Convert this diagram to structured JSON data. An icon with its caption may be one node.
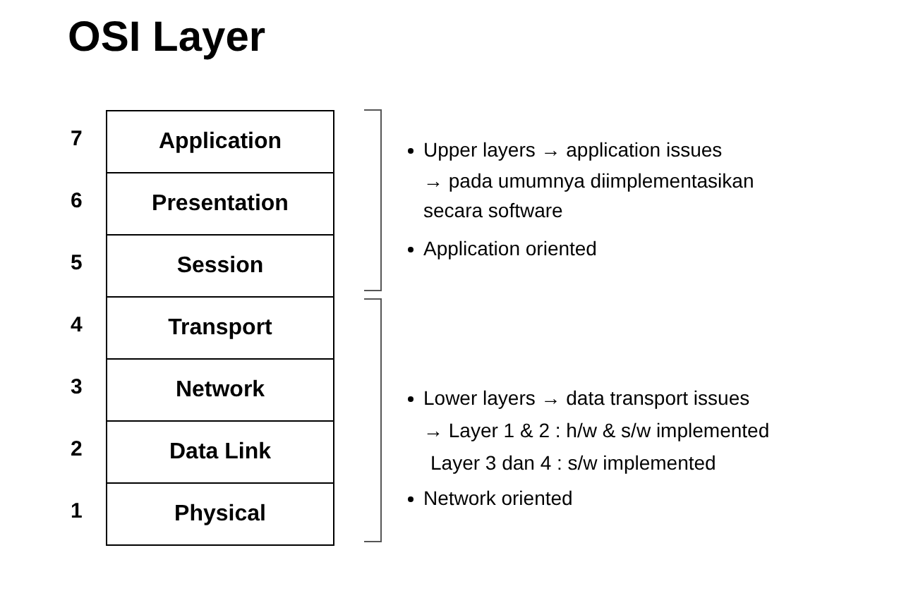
{
  "diagram": {
    "title": "OSI Layer",
    "nodes": [
      {
        "text": [
          "Application"
        ]
      },
      {
        "text": [
          "Presentation"
        ]
      },
      {
        "text": [
          "Session"
        ]
      },
      {
        "text": [
          "Transport"
        ]
      },
      {
        "text": [
          "Network"
        ]
      },
      {
        "text": [
          "Data Link"
        ]
      },
      {
        "text": [
          "Physical"
        ]
      }
    ],
    "edges": [],
    "labels": [
      "7",
      "6",
      "5",
      "4",
      "3",
      "2",
      "1",
      "Upper layers → application issues",
      "→ pada umumnya diimplementasikan secara software",
      "Application oriented",
      "Lower layers → data transport issues",
      "→ Layer 1 & 2 : h/w & s/w implemented",
      "Layer 3 dan 4 : s/w implemented",
      "Network oriented"
    ]
  }
}
